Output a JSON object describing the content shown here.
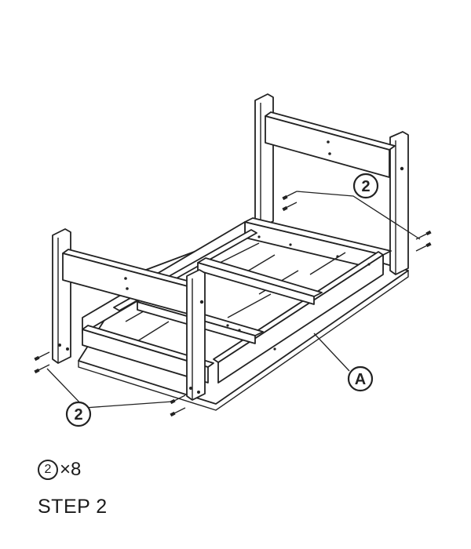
{
  "callouts": {
    "screw_top": "2",
    "screw_bottom": "2",
    "part": "A"
  },
  "quantity": {
    "symbol": "2",
    "multiplier": "×8"
  },
  "step_label": "STEP 2"
}
